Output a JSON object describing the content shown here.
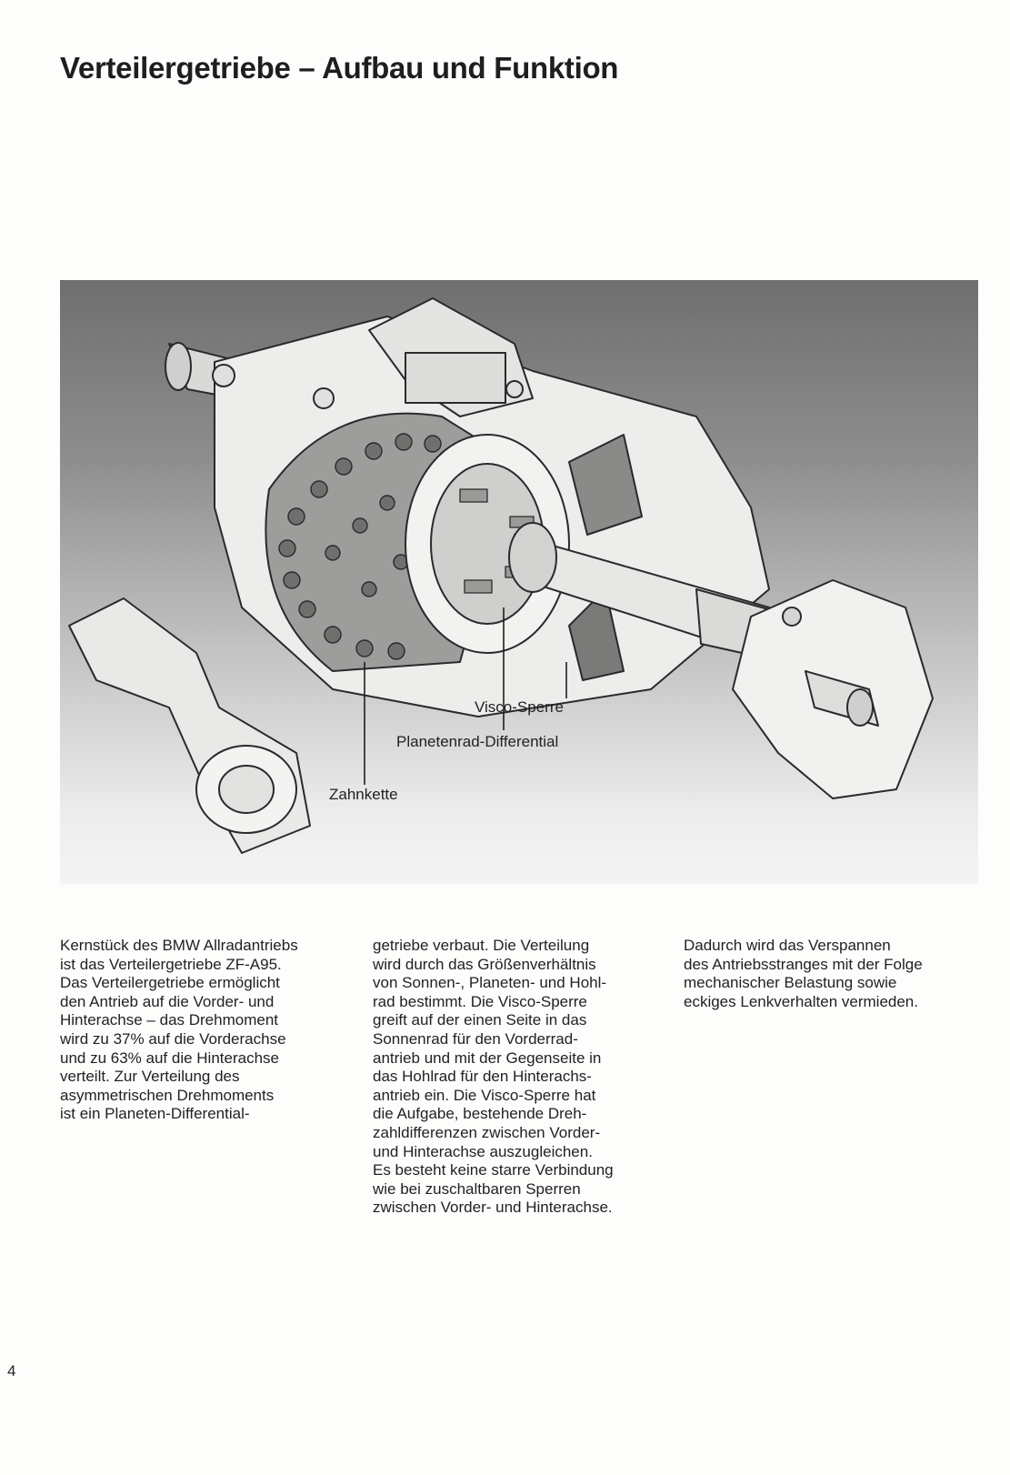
{
  "page": {
    "title": "Verteilergetriebe – Aufbau und Funktion",
    "page_number": "4"
  },
  "figure": {
    "callouts": {
      "visco": "Visco-Sperre",
      "planet": "Planetenrad-Differential",
      "chain": "Zahnkette"
    }
  },
  "text": {
    "col1": [
      "Kernstück des BMW Allradantriebs",
      "ist das Verteilergetriebe ZF-A95.",
      "Das Verteilergetriebe ermöglicht",
      "den Antrieb auf die Vorder- und",
      "Hinterachse – das Drehmoment",
      "wird zu 37% auf die Vorderachse",
      "und zu 63% auf die Hinterachse",
      "verteilt. Zur Verteilung des",
      "asymmetrischen Drehmoments",
      "ist ein Planeten-Differential-"
    ],
    "col2": [
      "getriebe verbaut. Die Verteilung",
      "wird durch das Größenverhältnis",
      "von Sonnen-, Planeten- und Hohl-",
      "rad bestimmt. Die Visco-Sperre",
      "greift auf der einen Seite in das",
      "Sonnenrad für den Vorderrad-",
      "antrieb und mit der Gegenseite in",
      "das Hohlrad für den Hinterachs-",
      "antrieb ein. Die Visco-Sperre hat",
      "die Aufgabe, bestehende Dreh-",
      "zahldifferenzen zwischen Vorder-",
      "und Hinterachse auszugleichen.",
      "Es besteht keine starre Verbindung",
      "wie bei zuschaltbaren Sperren",
      "zwischen Vorder- und Hinterachse."
    ],
    "col3": [
      "Dadurch wird das Verspannen",
      "des Antriebsstranges mit der Folge",
      "mechanischer Belastung sowie",
      "eckiges Lenkverhalten vermieden."
    ]
  }
}
